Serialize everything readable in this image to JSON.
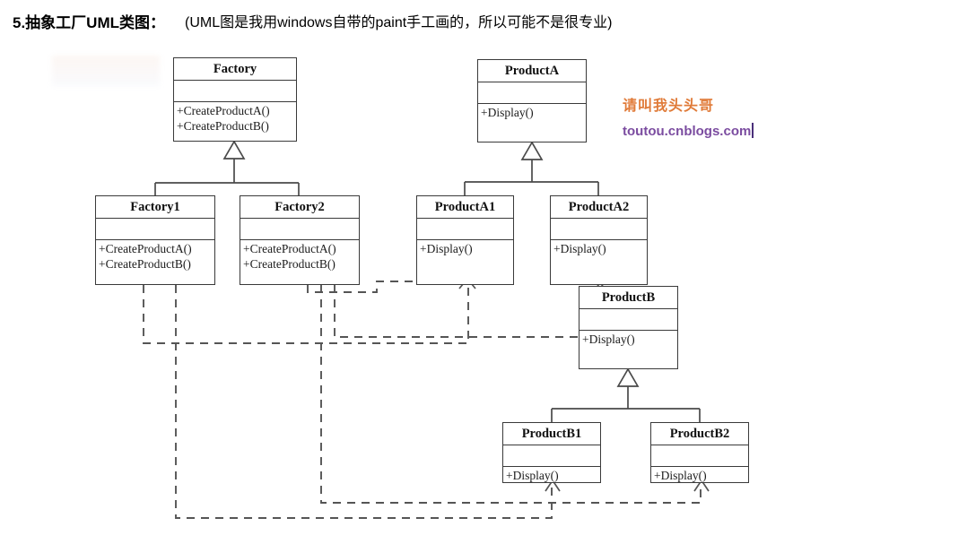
{
  "header": {
    "title": "5.抽象工厂UML类图：",
    "note": "(UML图是我用windows自带的paint手工画的，所以可能不是很专业)"
  },
  "watermark": {
    "line1": "请叫我头头哥",
    "line2": "toutou.cnblogs.com",
    "line1_color": "#e07b39",
    "line2_color": "#7b4ca0"
  },
  "diagram": {
    "type": "uml-class-diagram",
    "pattern": "Abstract Factory",
    "line_colors": {
      "box_border": "#3a3a3a",
      "inheritance": "#4a4a4a",
      "dependency": "#555555"
    },
    "classes": [
      {
        "id": "factory",
        "name": "Factory",
        "attributes": [],
        "operations": [
          "+CreateProductA()",
          "+CreateProductB()"
        ]
      },
      {
        "id": "factory1",
        "name": "Factory1",
        "attributes": [],
        "operations": [
          "+CreateProductA()",
          "+CreateProductB()"
        ]
      },
      {
        "id": "factory2",
        "name": "Factory2",
        "attributes": [],
        "operations": [
          "+CreateProductA()",
          "+CreateProductB()"
        ]
      },
      {
        "id": "productA",
        "name": "ProductA",
        "attributes": [],
        "operations": [
          "+Display()"
        ]
      },
      {
        "id": "productA1",
        "name": "ProductA1",
        "attributes": [],
        "operations": [
          "+Display()"
        ]
      },
      {
        "id": "productA2",
        "name": "ProductA2",
        "attributes": [],
        "operations": [
          "+Display()"
        ]
      },
      {
        "id": "productB",
        "name": "ProductB",
        "attributes": [],
        "operations": [
          "+Display()"
        ]
      },
      {
        "id": "productB1",
        "name": "ProductB1",
        "attributes": [],
        "operations": [
          "+Display()"
        ]
      },
      {
        "id": "productB2",
        "name": "ProductB2",
        "attributes": [],
        "operations": [
          "+Display()"
        ]
      }
    ],
    "relations": [
      {
        "type": "generalization",
        "from": "Factory1",
        "to": "Factory"
      },
      {
        "type": "generalization",
        "from": "Factory2",
        "to": "Factory"
      },
      {
        "type": "generalization",
        "from": "ProductA1",
        "to": "ProductA"
      },
      {
        "type": "generalization",
        "from": "ProductA2",
        "to": "ProductA"
      },
      {
        "type": "generalization",
        "from": "ProductB1",
        "to": "ProductB"
      },
      {
        "type": "generalization",
        "from": "ProductB2",
        "to": "ProductB"
      },
      {
        "type": "dependency",
        "from": "Factory1",
        "to": "ProductA1"
      },
      {
        "type": "dependency",
        "from": "Factory1",
        "to": "ProductB1"
      },
      {
        "type": "dependency",
        "from": "Factory2",
        "to": "ProductA2"
      },
      {
        "type": "dependency",
        "from": "Factory2",
        "to": "ProductB2"
      }
    ]
  }
}
